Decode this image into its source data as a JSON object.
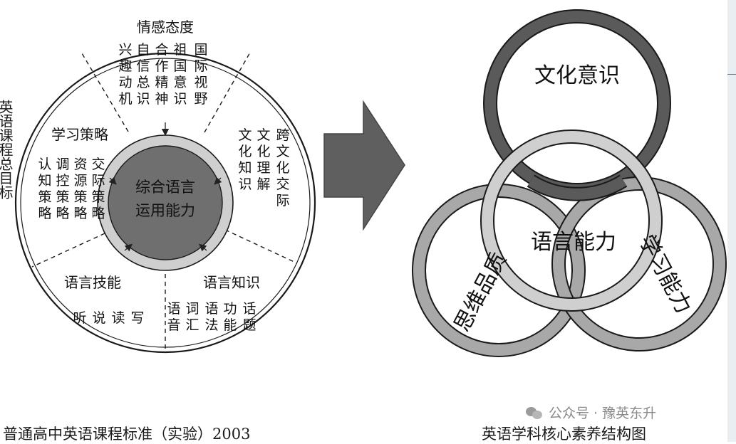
{
  "left_diagram": {
    "side_title": "英语课程总目标",
    "center_label": [
      "综合语言",
      "运用能力"
    ],
    "sections": {
      "affect": {
        "heading": "情感态度",
        "columns": [
          "兴趣动机",
          "自信总识",
          "合作精神",
          "祖国意识",
          "国际视野"
        ]
      },
      "strategy": {
        "heading": "学习策略",
        "columns": [
          "认知策略",
          "调控策略",
          "资源策略",
          "交际策略"
        ]
      },
      "culture": {
        "columns": [
          "文化知识",
          "文化理解",
          "跨文化交际"
        ]
      },
      "skills": {
        "heading": "语言技能",
        "items": [
          "听",
          "说",
          "读",
          "写"
        ]
      },
      "knowledge": {
        "heading": "语言知识",
        "columns": [
          "语音",
          "词汇",
          "语法",
          "功能",
          "话题"
        ]
      }
    },
    "caption": "普通高中英语课程标准（实验）2003"
  },
  "right_diagram": {
    "rings": {
      "top": "文化意识",
      "center": "语言能力",
      "left": "思维品质",
      "right": "学习能力"
    },
    "caption": "英语学科核心素养结构图"
  },
  "watermark": "公众号 · 豫英东升",
  "colors": {
    "outer_ring_fill": "#ffffff",
    "inner_band": "#cfcfcf",
    "core": "#6f6f6f",
    "arrow": "#5f5f5f",
    "ring_dark": "#5a5a5a",
    "ring_light": "#c9c9c9",
    "ring_mid": "#a8a8a8"
  }
}
